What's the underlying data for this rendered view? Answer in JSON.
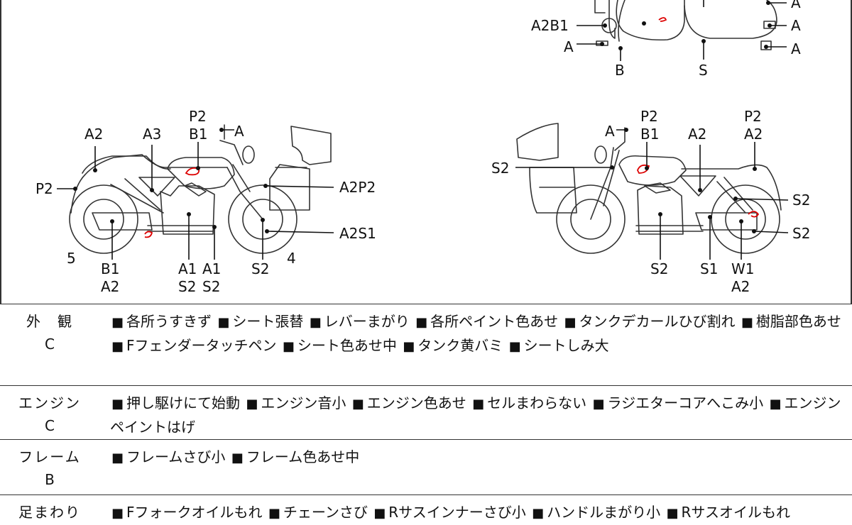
{
  "diagram": {
    "top_view_labels": [
      "A",
      "A2B1",
      "A",
      "B",
      "S",
      "A",
      "A"
    ],
    "left_view_labels": [
      "P2",
      "B1",
      "A",
      "A2",
      "A3",
      "P2",
      "A2P2",
      "A2S1",
      "5",
      "4",
      "B1",
      "A2",
      "A1",
      "S2",
      "A1",
      "S2",
      "S2"
    ],
    "right_view_labels": [
      "P2",
      "B1",
      "P2",
      "A2",
      "A",
      "A2",
      "S2",
      "S2",
      "S2",
      "S2",
      "S1",
      "W1",
      "A2"
    ]
  },
  "rows": [
    {
      "name": "外　観",
      "grade": "C",
      "items": [
        "各所うすきず",
        "シート張替",
        "レバーまがり",
        "各所ペイント色あせ",
        "タンクデカールひび割れ",
        "樹脂部色あせ",
        "Fフェンダータッチペン",
        "シート色あせ中",
        "タンク黄バミ",
        "シートしみ大"
      ]
    },
    {
      "name": "エンジン",
      "grade": "C",
      "items": [
        "押し駆けにて始動",
        "エンジン音小",
        "エンジン色あせ",
        "セルまわらない",
        "ラジエターコアへこみ小",
        "エンジンペイントはげ"
      ]
    },
    {
      "name": "フレーム",
      "grade": "B",
      "items": [
        "フレームさび小",
        "フレーム色あせ中"
      ]
    },
    {
      "name": "足まわり",
      "grade": "",
      "items": [
        "Fフォークオイルもれ",
        "チェーンさび",
        "Rサスインナーさび小",
        "ハンドルまがり小",
        "Rサスオイルもれ"
      ]
    }
  ],
  "bullet": "■"
}
